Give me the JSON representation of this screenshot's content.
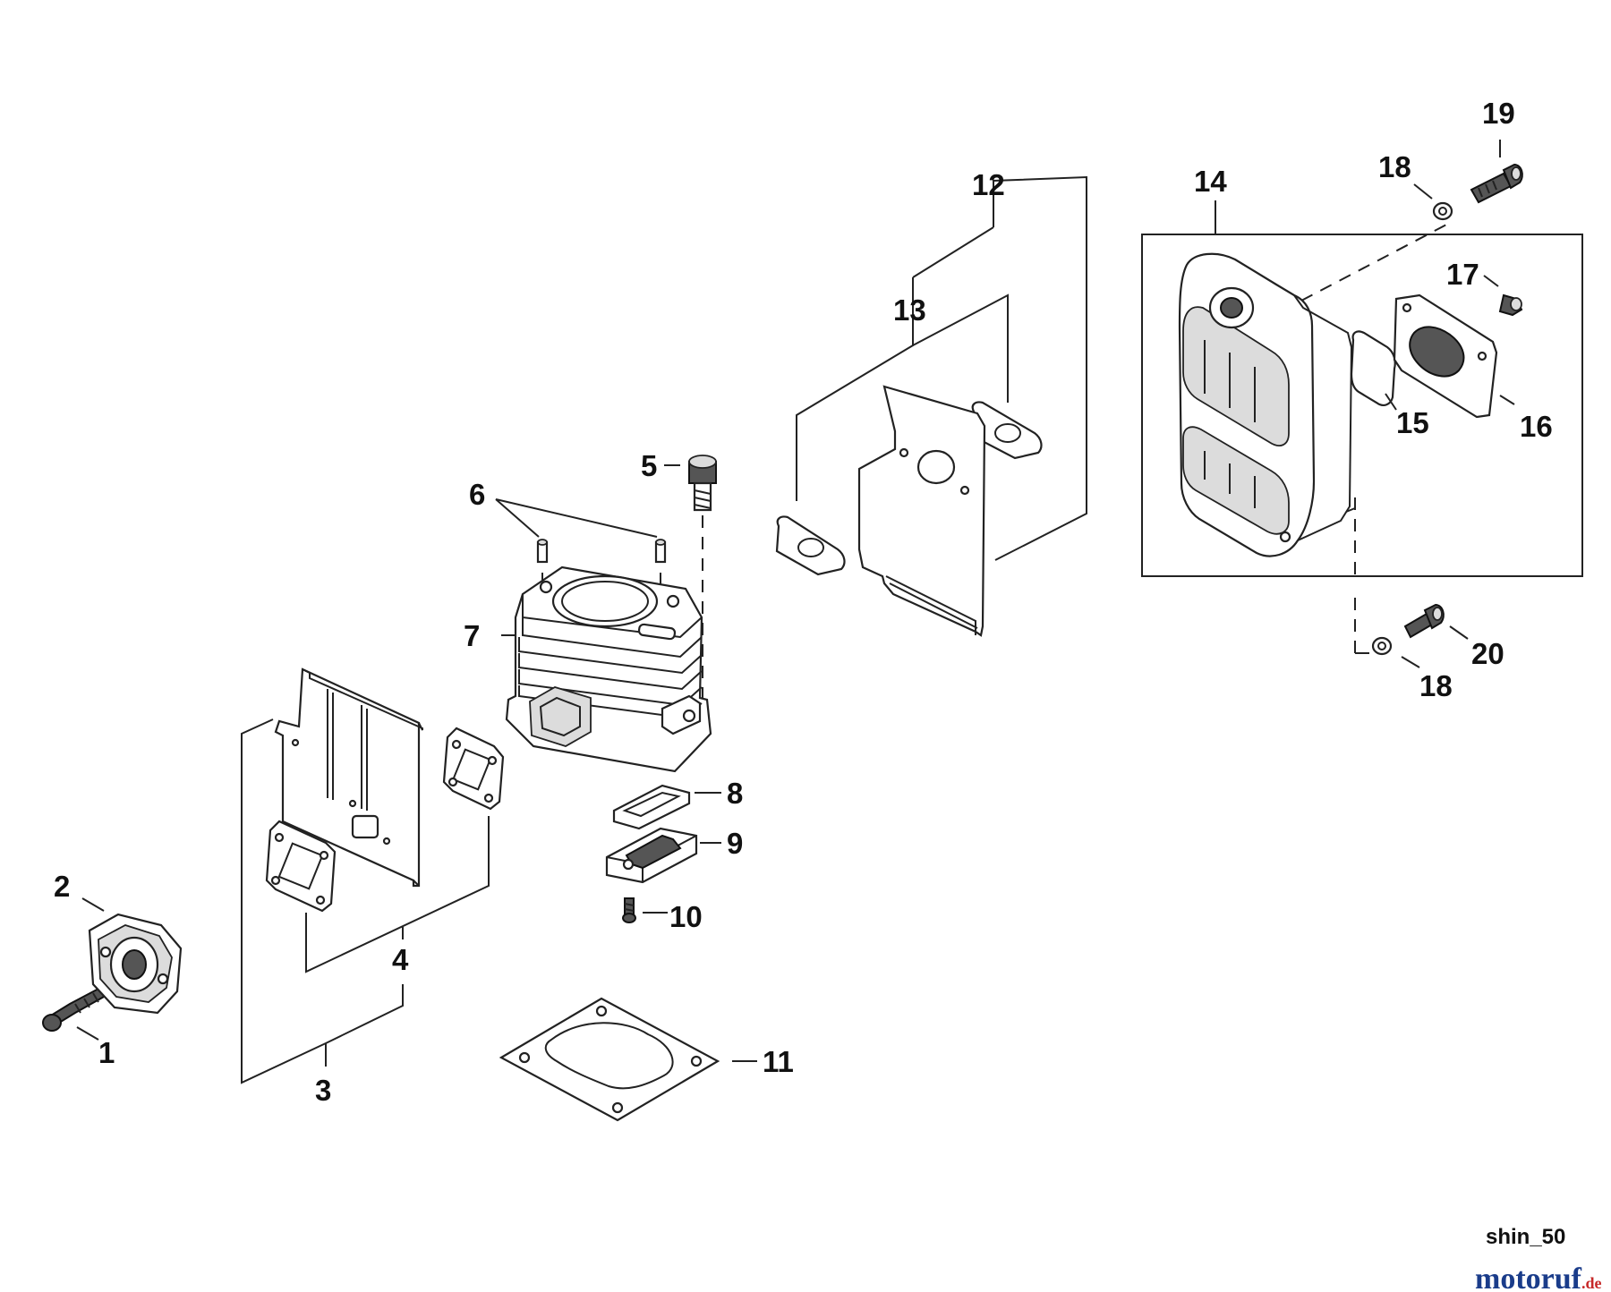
{
  "diagram": {
    "code": "shin_50",
    "watermark": {
      "part1": "moto",
      "part2": "ruf",
      "part3": ".de",
      "color_primary": "#1a3c8a",
      "color_accent": "#c62828"
    },
    "callouts": [
      "1",
      "2",
      "3",
      "4",
      "5",
      "6",
      "7",
      "8",
      "9",
      "10",
      "11",
      "12",
      "13",
      "14",
      "15",
      "16",
      "17",
      "18",
      "19",
      "20",
      "18"
    ]
  }
}
